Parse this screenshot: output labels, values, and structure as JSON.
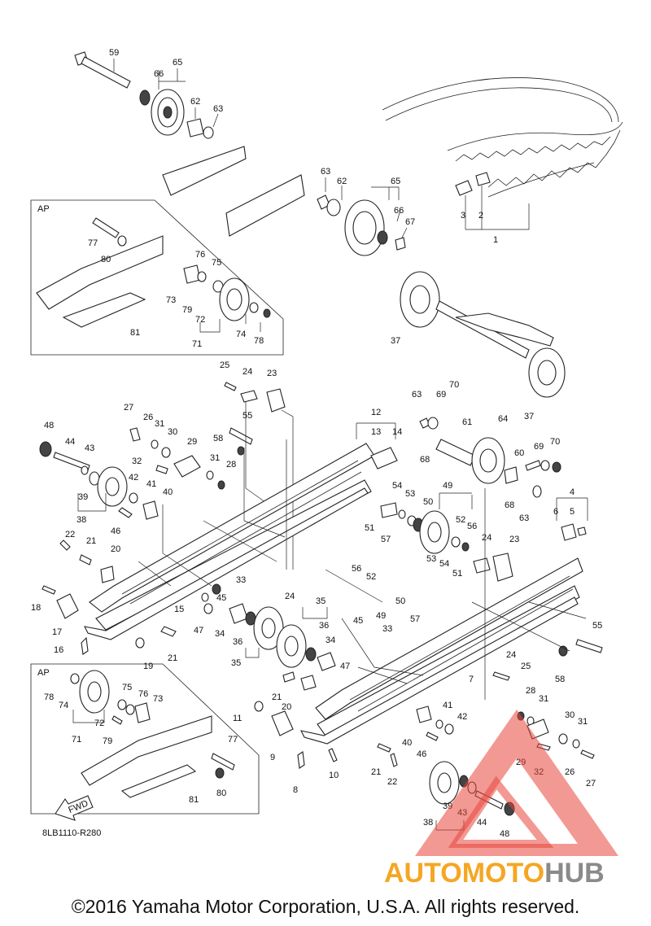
{
  "diagram": {
    "code": "8LB1110-R280",
    "copyright": "©2016 Yamaha Motor Corporation, U.S.A. All rights reserved.",
    "fwd_label": "FWD",
    "ap_label_top": "AP",
    "ap_label_bottom": "AP"
  },
  "callouts": [
    {
      "id": "c59",
      "text": "59"
    },
    {
      "id": "c66a",
      "text": "66"
    },
    {
      "id": "c65a",
      "text": "65"
    },
    {
      "id": "c62a",
      "text": "62"
    },
    {
      "id": "c63a",
      "text": "63"
    },
    {
      "id": "c63b",
      "text": "63"
    },
    {
      "id": "c62b",
      "text": "62"
    },
    {
      "id": "c65b",
      "text": "65"
    },
    {
      "id": "c66b",
      "text": "66"
    },
    {
      "id": "c67",
      "text": "67"
    },
    {
      "id": "c3",
      "text": "3"
    },
    {
      "id": "c2",
      "text": "2"
    },
    {
      "id": "c1",
      "text": "1"
    },
    {
      "id": "c77a",
      "text": "77"
    },
    {
      "id": "c80a",
      "text": "80"
    },
    {
      "id": "c76a",
      "text": "76"
    },
    {
      "id": "c75a",
      "text": "75"
    },
    {
      "id": "c73a",
      "text": "73"
    },
    {
      "id": "c79a",
      "text": "79"
    },
    {
      "id": "c72a",
      "text": "72"
    },
    {
      "id": "c74a",
      "text": "74"
    },
    {
      "id": "c78a",
      "text": "78"
    },
    {
      "id": "c71a",
      "text": "71"
    },
    {
      "id": "c81a",
      "text": "81"
    },
    {
      "id": "c37a",
      "text": "37"
    },
    {
      "id": "c37b",
      "text": "37"
    },
    {
      "id": "c25a",
      "text": "25"
    },
    {
      "id": "c24a",
      "text": "24"
    },
    {
      "id": "c23a",
      "text": "23"
    },
    {
      "id": "c63c",
      "text": "63"
    },
    {
      "id": "c69a",
      "text": "69"
    },
    {
      "id": "c70a",
      "text": "70"
    },
    {
      "id": "c12",
      "text": "12"
    },
    {
      "id": "c13",
      "text": "13"
    },
    {
      "id": "c14",
      "text": "14"
    },
    {
      "id": "c61",
      "text": "61"
    },
    {
      "id": "c68a",
      "text": "68"
    },
    {
      "id": "c64",
      "text": "64"
    },
    {
      "id": "c48a",
      "text": "48"
    },
    {
      "id": "c27a",
      "text": "27"
    },
    {
      "id": "c26a",
      "text": "26"
    },
    {
      "id": "c31a",
      "text": "31"
    },
    {
      "id": "c30a",
      "text": "30"
    },
    {
      "id": "c44a",
      "text": "44"
    },
    {
      "id": "c43a",
      "text": "43"
    },
    {
      "id": "c29a",
      "text": "29"
    },
    {
      "id": "c32a",
      "text": "32"
    },
    {
      "id": "c31b",
      "text": "31"
    },
    {
      "id": "c28a",
      "text": "28"
    },
    {
      "id": "c58a",
      "text": "58"
    },
    {
      "id": "c55a",
      "text": "55"
    },
    {
      "id": "c60",
      "text": "60"
    },
    {
      "id": "c69b",
      "text": "69"
    },
    {
      "id": "c70b",
      "text": "70"
    },
    {
      "id": "c42a",
      "text": "42"
    },
    {
      "id": "c39a",
      "text": "39"
    },
    {
      "id": "c41a",
      "text": "41"
    },
    {
      "id": "c40a",
      "text": "40"
    },
    {
      "id": "c38a",
      "text": "38"
    },
    {
      "id": "c46a",
      "text": "46"
    },
    {
      "id": "c68b",
      "text": "68"
    },
    {
      "id": "c63d",
      "text": "63"
    },
    {
      "id": "c4",
      "text": "4"
    },
    {
      "id": "c6",
      "text": "6"
    },
    {
      "id": "c5",
      "text": "5"
    },
    {
      "id": "c54a",
      "text": "54"
    },
    {
      "id": "c53a",
      "text": "53"
    },
    {
      "id": "c49a",
      "text": "49"
    },
    {
      "id": "c50a",
      "text": "50"
    },
    {
      "id": "c51a",
      "text": "51"
    },
    {
      "id": "c52a",
      "text": "52"
    },
    {
      "id": "c56a",
      "text": "56"
    },
    {
      "id": "c57a",
      "text": "57"
    },
    {
      "id": "c24b",
      "text": "24"
    },
    {
      "id": "c23b",
      "text": "23"
    },
    {
      "id": "c22a",
      "text": "22"
    },
    {
      "id": "c21a",
      "text": "21"
    },
    {
      "id": "c20a",
      "text": "20"
    },
    {
      "id": "c56b",
      "text": "56"
    },
    {
      "id": "c52b",
      "text": "52"
    },
    {
      "id": "c53b",
      "text": "53"
    },
    {
      "id": "c54b",
      "text": "54"
    },
    {
      "id": "c51b",
      "text": "51"
    },
    {
      "id": "c18",
      "text": "18"
    },
    {
      "id": "c17",
      "text": "17"
    },
    {
      "id": "c15",
      "text": "15"
    },
    {
      "id": "c33a",
      "text": "33"
    },
    {
      "id": "c45a",
      "text": "45"
    },
    {
      "id": "c47a",
      "text": "47"
    },
    {
      "id": "c24c",
      "text": "24"
    },
    {
      "id": "c35a",
      "text": "35"
    },
    {
      "id": "c36a",
      "text": "36"
    },
    {
      "id": "c34a",
      "text": "34"
    },
    {
      "id": "c49b",
      "text": "49"
    },
    {
      "id": "c50b",
      "text": "50"
    },
    {
      "id": "c57b",
      "text": "57"
    },
    {
      "id": "c16",
      "text": "16"
    },
    {
      "id": "c21b",
      "text": "21"
    },
    {
      "id": "c19",
      "text": "19"
    },
    {
      "id": "c36b",
      "text": "36"
    },
    {
      "id": "c35b",
      "text": "35"
    },
    {
      "id": "c34b",
      "text": "34"
    },
    {
      "id": "c45b",
      "text": "45"
    },
    {
      "id": "c33b",
      "text": "33"
    },
    {
      "id": "c47b",
      "text": "47"
    },
    {
      "id": "c55b",
      "text": "55"
    },
    {
      "id": "c58b",
      "text": "58"
    },
    {
      "id": "c7",
      "text": "7"
    },
    {
      "id": "c24d",
      "text": "24"
    },
    {
      "id": "c25b",
      "text": "25"
    },
    {
      "id": "c78b",
      "text": "78"
    },
    {
      "id": "c74b",
      "text": "74"
    },
    {
      "id": "c75b",
      "text": "75"
    },
    {
      "id": "c76b",
      "text": "76"
    },
    {
      "id": "c73b",
      "text": "73"
    },
    {
      "id": "c72b",
      "text": "72"
    },
    {
      "id": "c71b",
      "text": "71"
    },
    {
      "id": "c79b",
      "text": "79"
    },
    {
      "id": "c77b",
      "text": "77"
    },
    {
      "id": "c80b",
      "text": "80"
    },
    {
      "id": "c81b",
      "text": "81"
    },
    {
      "id": "c11",
      "text": "11"
    },
    {
      "id": "c21c",
      "text": "21"
    },
    {
      "id": "c20b",
      "text": "20"
    },
    {
      "id": "c9",
      "text": "9"
    },
    {
      "id": "c8",
      "text": "8"
    },
    {
      "id": "c10",
      "text": "10"
    },
    {
      "id": "c21d",
      "text": "21"
    },
    {
      "id": "c22b",
      "text": "22"
    },
    {
      "id": "c41b",
      "text": "41"
    },
    {
      "id": "c42b",
      "text": "42"
    },
    {
      "id": "c40b",
      "text": "40"
    },
    {
      "id": "c46b",
      "text": "46"
    },
    {
      "id": "c28b",
      "text": "28"
    },
    {
      "id": "c31c",
      "text": "31"
    },
    {
      "id": "c30b",
      "text": "30"
    },
    {
      "id": "c31d",
      "text": "31"
    },
    {
      "id": "c29b",
      "text": "29"
    },
    {
      "id": "c32b",
      "text": "32"
    },
    {
      "id": "c26b",
      "text": "26"
    },
    {
      "id": "c27b",
      "text": "27"
    },
    {
      "id": "c38b",
      "text": "38"
    },
    {
      "id": "c39b",
      "text": "39"
    },
    {
      "id": "c43b",
      "text": "43"
    },
    {
      "id": "c44b",
      "text": "44"
    },
    {
      "id": "c48b",
      "text": "48"
    }
  ],
  "watermark": {
    "word_part1": "AUTOMOTO",
    "word_part2": "HUB",
    "color_triangle": "#e8453c",
    "color_part1": "#f5a623",
    "color_part2": "#8a8a8a"
  }
}
